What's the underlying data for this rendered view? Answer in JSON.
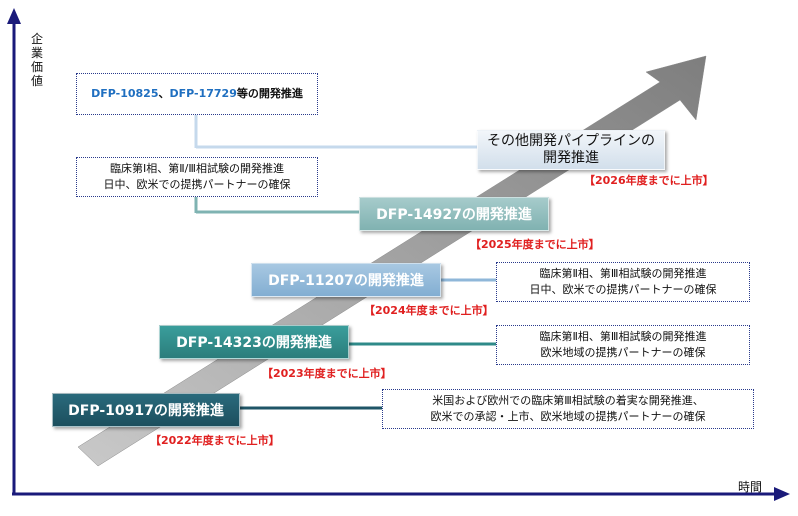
{
  "axes": {
    "ylabel": "企業価値",
    "xlabel": "時間"
  },
  "stages": [
    {
      "label": "DFP-10917の開発推進",
      "launch": "【2022年度までに上市】",
      "color": "#1f5567"
    },
    {
      "label": "DFP-14323の開発推進",
      "launch": "【2023年度までに上市】",
      "color": "#2f8a89"
    },
    {
      "label": "DFP-11207の開発推進",
      "launch": "【2024年度までに上市】",
      "color": "#8fb7d9"
    },
    {
      "label": "DFP-14927の開発推進",
      "launch": "【2025年度までに上市】",
      "color": "#8dbbba"
    },
    {
      "line1": "その他開発パイプラインの",
      "line2": "開発推進",
      "launch": "【2026年度までに上市】",
      "color": "#dde8f2"
    }
  ],
  "notes": {
    "top": {
      "code1": "DFP-10825",
      "sep": "、",
      "code2": "DFP-17729",
      "rest": "等の開発推進"
    },
    "left2": {
      "line1": "臨床第Ⅰ相、第Ⅱ/Ⅲ相試験の開発推進",
      "line2": "日中、欧米での提携パートナーの確保"
    },
    "r1": {
      "line1": "米国および欧州での臨床第Ⅲ相試験の着実な開発推進、",
      "line2": "欧米での承認・上市、欧米地域の提携パートナーの確保"
    },
    "r2": {
      "line1": "臨床第Ⅱ相、第Ⅲ相試験の開発推進",
      "line2": "欧米地域の提携パートナーの確保"
    },
    "r3": {
      "line1": "臨床第Ⅱ相、第Ⅲ相試験の開発推進",
      "line2": "日中、欧米での提携パートナーの確保"
    }
  },
  "colors": {
    "axis": "#1a1a7a",
    "arrow": "#9a9a9a",
    "launch_text": "#e02020",
    "note_border": "#2a3a8c",
    "note_blue": "#1f6fc0"
  }
}
